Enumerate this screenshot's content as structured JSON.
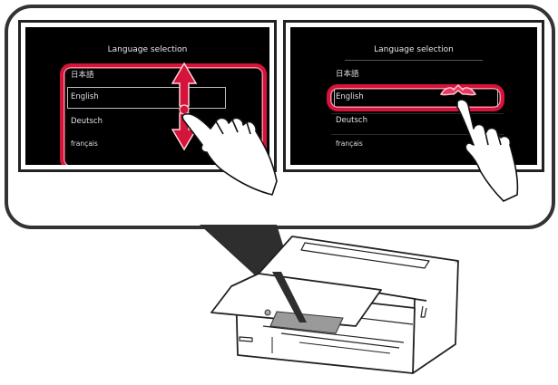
{
  "diagram": {
    "description": "Printer touchscreen language selection instructions: swipe to scroll, tap to select",
    "panels": [
      {
        "id": "scroll",
        "gesture": "swipe-up-down",
        "screen": {
          "title": "Language selection",
          "items": [
            "日本語",
            "English",
            "Deutsch",
            "français"
          ],
          "highlighted_item": "English"
        }
      },
      {
        "id": "tap",
        "gesture": "tap",
        "screen": {
          "title": "Language selection",
          "items": [
            "日本語",
            "English",
            "Deutsch",
            "français"
          ],
          "highlighted_item": "English"
        }
      }
    ],
    "colors": {
      "highlight": "#d4143a",
      "screen_bg": "#000000",
      "outline": "#222222",
      "panel_gray": "#9a9a9a"
    },
    "device": "printer-with-tilted-operation-panel"
  }
}
